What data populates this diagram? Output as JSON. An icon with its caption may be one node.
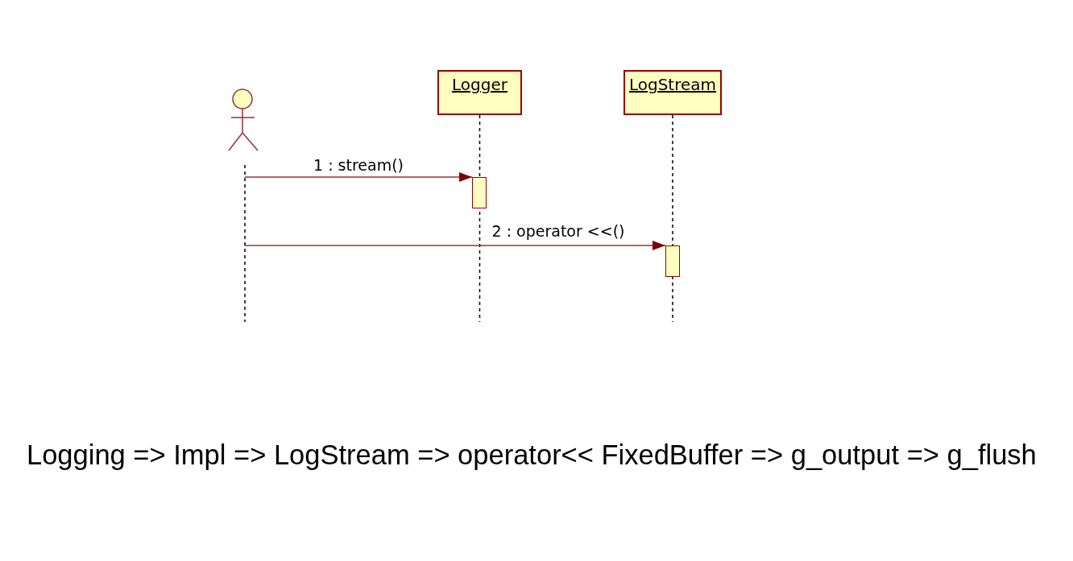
{
  "diagram": {
    "nodes": [
      {
        "text": [],
        "shape": "person"
      },
      {
        "text": [
          "Logger"
        ]
      },
      {
        "text": [
          "LogStream"
        ]
      },
      {
        "text": [],
        "shape": "bar"
      },
      {
        "text": [],
        "shape": "bar"
      }
    ],
    "edges": [
      {
        "from": 0,
        "to": 3,
        "arrow": "to",
        "label": "1 : stream()"
      },
      {
        "from": 0,
        "to": 4,
        "arrow": "to",
        "label": "2 : operator <<()"
      }
    ],
    "labels": [
      "Logging => Impl => LogStream => operator<< FixedBuffer => g_output => g_flush"
    ]
  }
}
